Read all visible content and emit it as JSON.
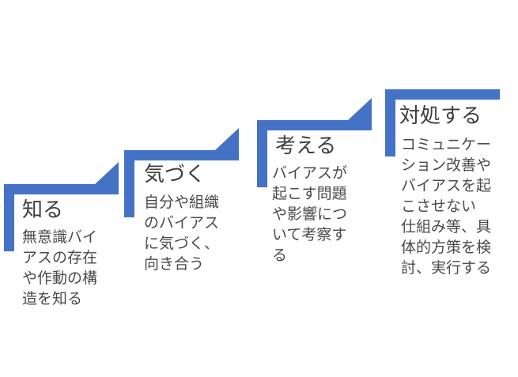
{
  "colors": {
    "bar": "#4472c4",
    "text": "#404040"
  },
  "steps": [
    {
      "title": "知る",
      "lines": [
        "無意識バイ",
        "アスの存在",
        "や作動の構",
        "造を知る"
      ]
    },
    {
      "title": "気づく",
      "lines": [
        "自分や組織",
        "のバイアス",
        "に気づく、",
        "向き合う"
      ]
    },
    {
      "title": "考える",
      "lines": [
        "バイアスが",
        "起こす問題",
        "や影響につ",
        "いて考察す",
        "る"
      ]
    },
    {
      "title": "対処する",
      "lines": [
        "コミュニケー",
        "ション改善や",
        "バイアスを起",
        "こさせない",
        "仕組み等、具",
        "体的方策を検",
        "討、実行する"
      ]
    }
  ]
}
